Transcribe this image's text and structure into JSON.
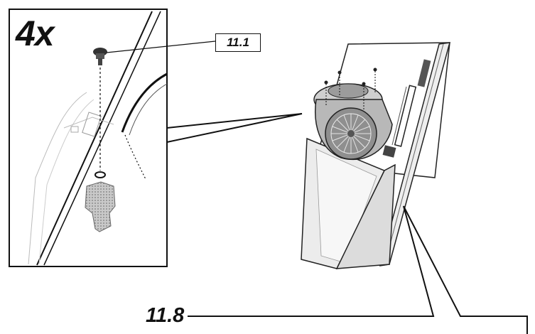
{
  "detail": {
    "quantity_label": "4x",
    "screw_ref": "11.1"
  },
  "main": {
    "part_ref": "11.8"
  },
  "colors": {
    "line": "#111111",
    "hood_shade": "#dcdcdc",
    "motor_fill": "#9a9a9a",
    "gray_part": "#c2c2c2"
  }
}
